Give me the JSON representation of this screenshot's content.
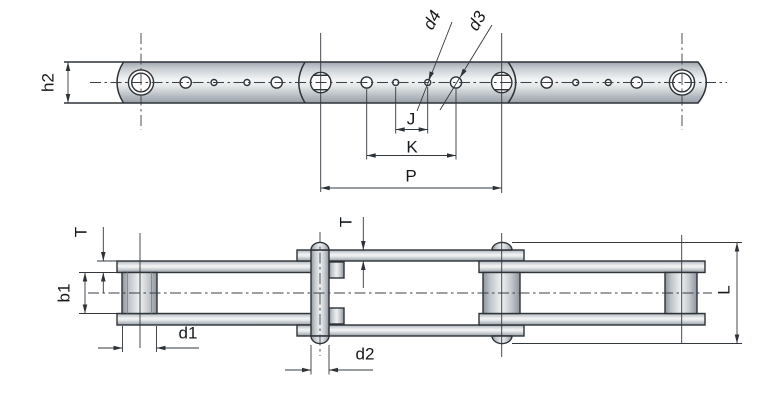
{
  "labels": {
    "h2": "h2",
    "d4": "d4",
    "d3": "d3",
    "J": "J",
    "K": "K",
    "P": "P",
    "T_left": "T",
    "T_middle": "T",
    "b1": "b1",
    "d1": "d1",
    "d2": "d2",
    "L": "L"
  },
  "colors": {
    "background": "#ffffff",
    "line": "#2e3338",
    "centerline": "#3a4046",
    "metal_light": "#f2f4f5",
    "metal_mid": "#c6ccd1",
    "metal_dark": "#99a0a7"
  }
}
